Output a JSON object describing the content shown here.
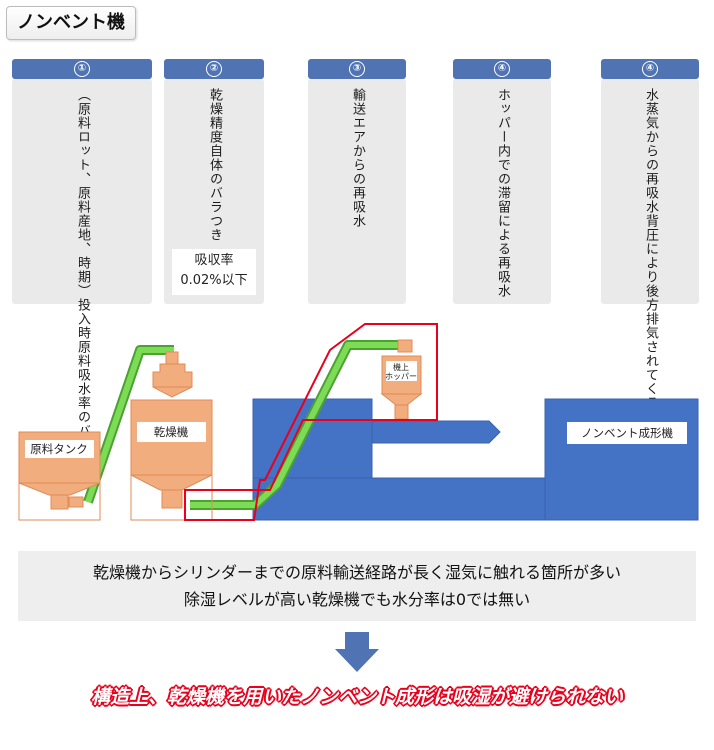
{
  "title": "ノンベント機",
  "columns": [
    {
      "number": "①",
      "lines": [
        "投入時原料吸水率のバラつき",
        "（原料ロット、原料産地、時期）"
      ],
      "note": null
    },
    {
      "number": "②",
      "lines": [
        "乾燥精度自体のバラつき"
      ],
      "note": {
        "line1": "吸収率",
        "line2": "0.02%以下"
      }
    },
    {
      "number": "③",
      "lines": [
        "輸送エアからの再吸水"
      ],
      "note": null
    },
    {
      "number": "④",
      "lines": [
        "ホッパー内での滞留による再吸水"
      ],
      "note": null
    },
    {
      "number": "④",
      "lines": [
        "背圧により後方排気されてくる",
        "水蒸気からの再吸水"
      ],
      "note": null
    }
  ],
  "diagram": {
    "raw_tank_label": "原料タンク",
    "dryer_label": "乾燥機",
    "machine_hopper_line1": "機上",
    "machine_hopper_line2": "ホッパー",
    "machine_label": "ノンベント成形機",
    "colors": {
      "equipment": "#f2ad7f",
      "machine": "#4472c4",
      "pipe": "#6fd04c",
      "highlight": "#e8001e"
    }
  },
  "summary": {
    "line1": "乾燥機からシリンダーまでの原料輸送経路が長く湿気に触れる箇所が多い",
    "line2": "除湿レベルが高い乾燥機でも水分率は0では無い"
  },
  "conclusion": "構造上、乾燥機を用いたノンベント成形は吸湿が避けられない"
}
